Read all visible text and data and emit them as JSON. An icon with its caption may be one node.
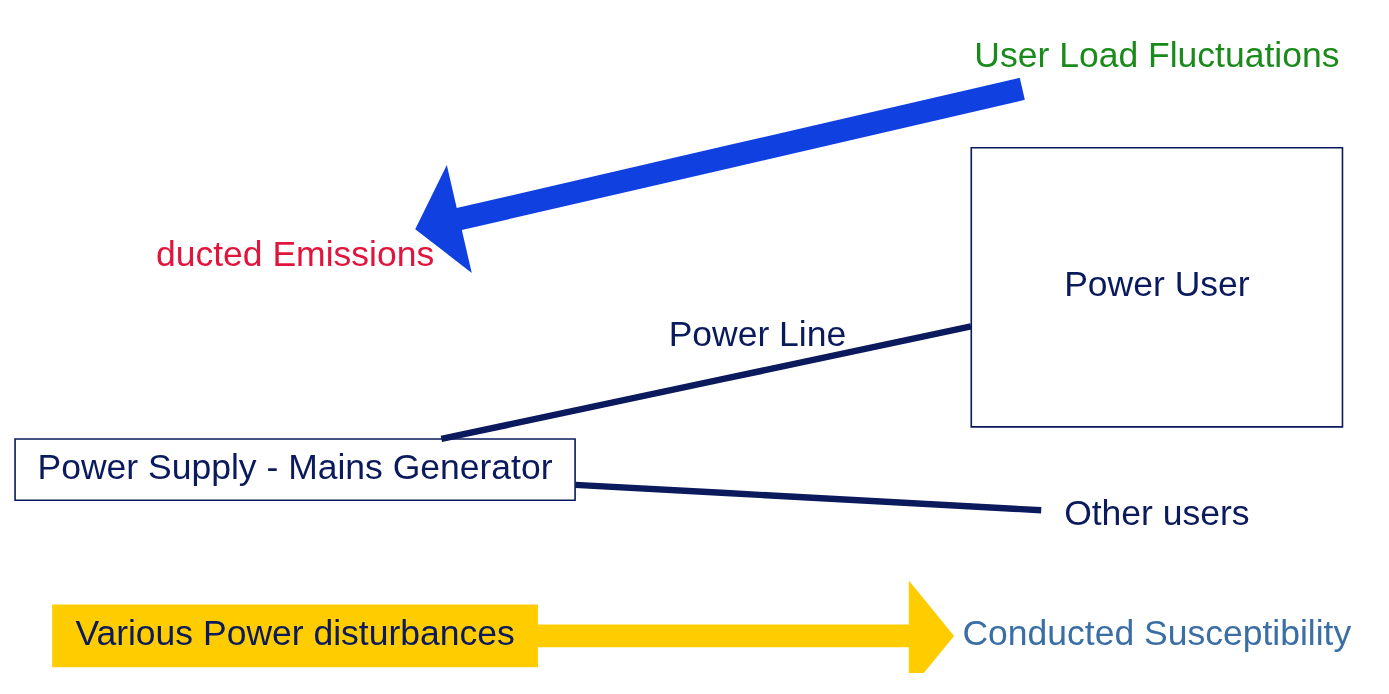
{
  "diagram": {
    "nodes": [
      {
        "text": [
          "Various Power disturbances"
        ]
      },
      {
        "text": [
          "Conducted Susceptibility"
        ]
      },
      {
        "text": [
          "Power Supply - Mains Generator"
        ]
      },
      {
        "text": [
          "Power User"
        ]
      },
      {
        "text": [
          "ducted Emissions"
        ]
      },
      {
        "text": [
          "User Load Fluctuations"
        ]
      },
      {
        "text": [
          "Other users"
        ]
      }
    ],
    "edges": [
      {
        "from": 0,
        "to": 1,
        "arrow": "to",
        "style": "thick",
        "color": "#ffcc00"
      },
      {
        "from": 2,
        "to": 3,
        "arrow": "none",
        "label": "Power Line"
      },
      {
        "from": 2,
        "to": 6,
        "arrow": "none"
      },
      {
        "from": 5,
        "to": 4,
        "arrow": "to",
        "style": "thick",
        "color": "#1040e0"
      }
    ]
  }
}
